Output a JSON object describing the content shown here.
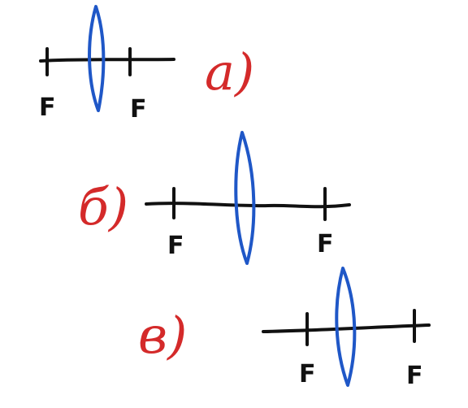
{
  "diagrams": [
    {
      "label": "a)",
      "focus_left": "F",
      "focus_right": "F"
    },
    {
      "label": "б)",
      "focus_left": "F",
      "focus_right": "F"
    },
    {
      "label": "в)",
      "focus_left": "F",
      "focus_right": "F"
    }
  ],
  "colors": {
    "lens": "#1f57c7",
    "label": "#d42a2a",
    "axis": "#111111"
  }
}
